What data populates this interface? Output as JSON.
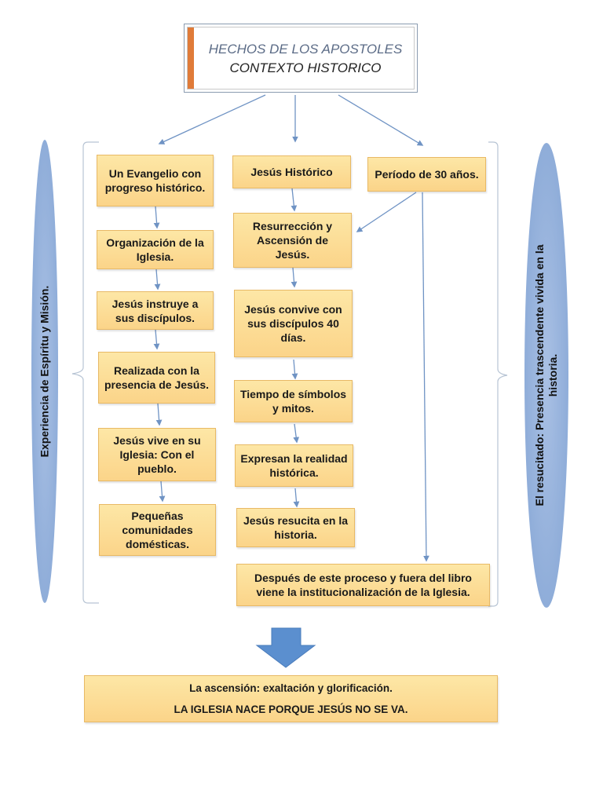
{
  "title": {
    "line1": "HECHOS DE LOS APOSTOLES",
    "line2": "CONTEXTO HISTORICO",
    "accent_color": "#e07b39"
  },
  "left_column": [
    "Un Evangelio con progreso histórico.",
    "Organización de la Iglesia.",
    "Jesús instruye a sus discípulos.",
    "Realizada con la presencia de Jesús.",
    "Jesús vive en su Iglesia: Con el pueblo.",
    "Pequeñas comunidades domésticas."
  ],
  "middle_column": [
    "Jesús Histórico",
    "Resurrección y Ascensión de Jesús.",
    "Jesús convive con sus discípulos 40 días.",
    "Tiempo de símbolos y mitos.",
    "Expresan la realidad histórica.",
    "Jesús resucita en la historia."
  ],
  "right_column": [
    "Período de 30 años."
  ],
  "final_box": "Después de este proceso y fuera del libro viene la institucionalización de la Iglesia.",
  "side_labels": {
    "left": "Experiencia de Espíritu y Misión.",
    "right_line1": "El resucitado: Presencia trascendente vivida en la",
    "right_line2": "historia."
  },
  "conclusion": {
    "line1": "La ascensión: exaltación y glorificación.",
    "line2": "LA IGLESIA NACE PORQUE JESÚS NO SE VA."
  },
  "colors": {
    "box_fill": "#fbd489",
    "box_border": "#e8b965",
    "ellipse_fill": "#8fadd9",
    "connector": "#6f93c4",
    "big_arrow": "#5b8fcf"
  }
}
